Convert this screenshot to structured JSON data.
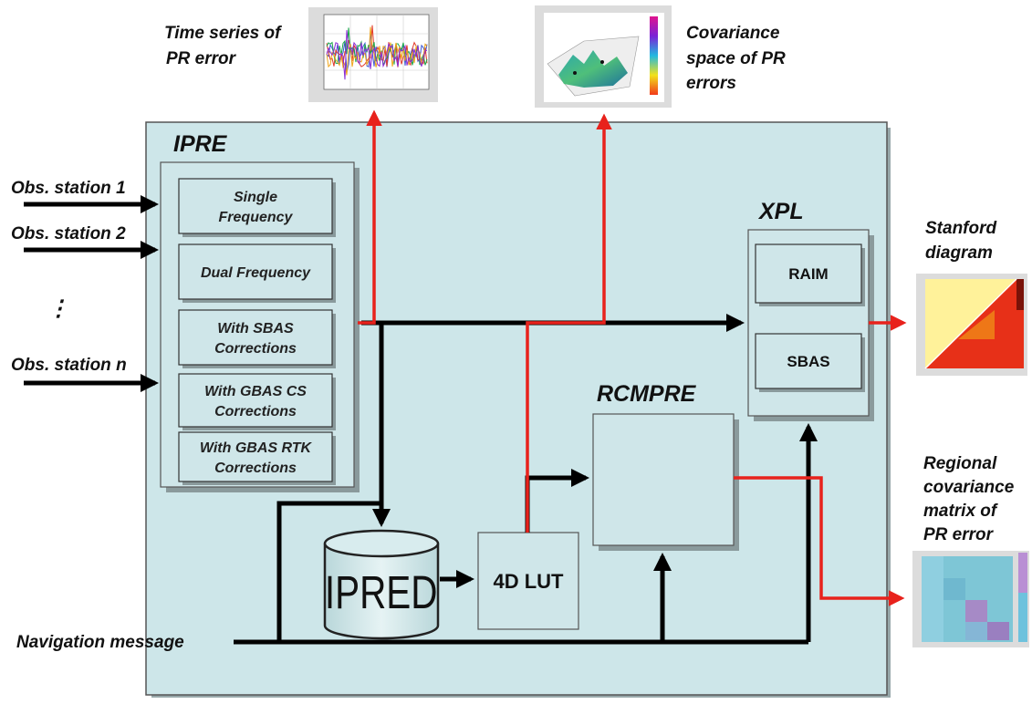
{
  "colors": {
    "panel": "#cde6e9",
    "panel_border": "#555555",
    "box_fill": "#cfe6e9",
    "shadow": "#8a9a9c",
    "black_arrow": "#000000",
    "red_arrow": "#e8221c"
  },
  "labels": {
    "time_series": [
      "Time series of",
      "PR error"
    ],
    "covariance_space": [
      "Covariance",
      "space of PR",
      "errors"
    ],
    "stanford": [
      "Stanford",
      "diagram"
    ],
    "regional": [
      "Regional",
      "covariance",
      "matrix of",
      "PR error"
    ],
    "navigation": "Navigation message",
    "dots": "⋮"
  },
  "inputs": [
    {
      "label": "Obs. station 1"
    },
    {
      "label": "Obs. station 2"
    },
    {
      "label": "Obs. station n"
    }
  ],
  "blocks": {
    "ipre": {
      "title": "IPRE",
      "items": [
        [
          "Single",
          "Frequency"
        ],
        [
          "Dual Frequency"
        ],
        [
          "With SBAS",
          "Corrections"
        ],
        [
          "With GBAS CS",
          "Corrections"
        ],
        [
          "With GBAS RTK",
          "Corrections"
        ]
      ]
    },
    "xpl": {
      "title": "XPL",
      "items": [
        "RAIM",
        "SBAS"
      ]
    },
    "rcmpre": {
      "title": "RCMPRE"
    },
    "ipred": {
      "label": "IPRED"
    },
    "lut": {
      "label": "4D LUT"
    }
  }
}
